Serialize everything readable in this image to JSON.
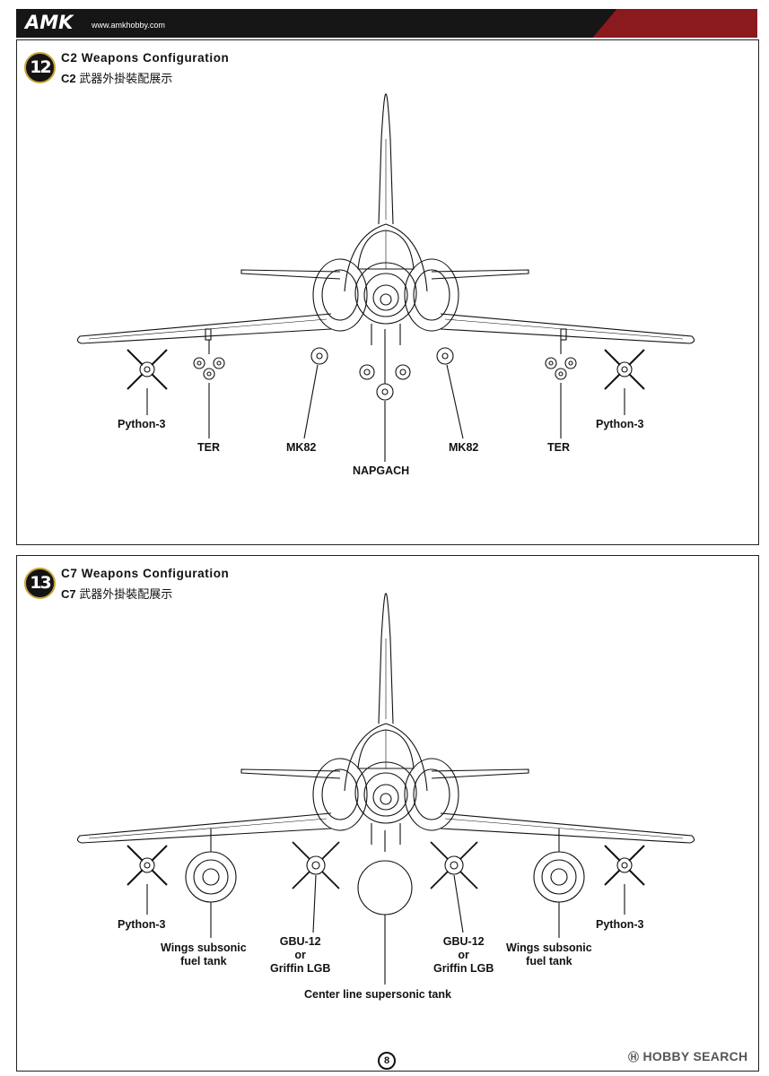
{
  "header": {
    "logo": "AMK",
    "url": "www.amkhobby.com"
  },
  "step12": {
    "number": "12",
    "title_en": "C2 Weapons Configuration",
    "title_cn_code": "C2",
    "title_cn": "武器外掛裝配展示",
    "labels": {
      "python_left": "Python-3",
      "ter_left": "TER",
      "mk82_left": "MK82",
      "napgach": "NAPGACH",
      "mk82_right": "MK82",
      "ter_right": "TER",
      "python_right": "Python-3"
    }
  },
  "step13": {
    "number": "13",
    "title_en": "C7 Weapons Configuration",
    "title_cn_code": "C7",
    "title_cn": "武器外掛裝配展示",
    "labels": {
      "python_left": "Python-3",
      "tank_left": "Wings subsonic\nfuel tank",
      "gbu_left": "GBU-12\nor\nGriffin LGB",
      "center": "Center line supersonic tank",
      "gbu_right": "GBU-12\nor\nGriffin LGB",
      "tank_right": "Wings subsonic\nfuel tank",
      "python_right": "Python-3"
    }
  },
  "footer": {
    "page": "8",
    "watermark": "HOBBY SEARCH",
    "watermark_symbol": "Ⓗ"
  }
}
